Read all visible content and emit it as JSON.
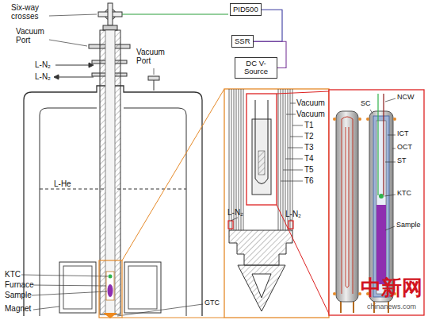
{
  "diagram": {
    "nodes": [
      {
        "text": [
          "PID500"
        ]
      },
      {
        "text": [
          "SSR"
        ]
      },
      {
        "text": [
          "DC V-Source"
        ]
      }
    ],
    "edges": [
      {
        "from": 0,
        "to": 1,
        "arrow": "none"
      },
      {
        "from": 1,
        "to": 2,
        "arrow": "none"
      }
    ],
    "labels": [
      "Six-way crosses",
      "Vacuum Port",
      "L-N₂",
      "L-N₂",
      "Vacuum Port",
      "L-He",
      "KTC",
      "Furnace",
      "Sample",
      "Magnet",
      "GTC",
      "Vacuum",
      "Vacuum",
      "T1",
      "T2",
      "T3",
      "T4",
      "T5",
      "T6",
      "L-N₂",
      "L-N₂",
      "NCW",
      "SC",
      "ICT",
      "OCT",
      "ST",
      "KTC",
      "Sample",
      "中新网",
      "chinanews.com"
    ]
  }
}
